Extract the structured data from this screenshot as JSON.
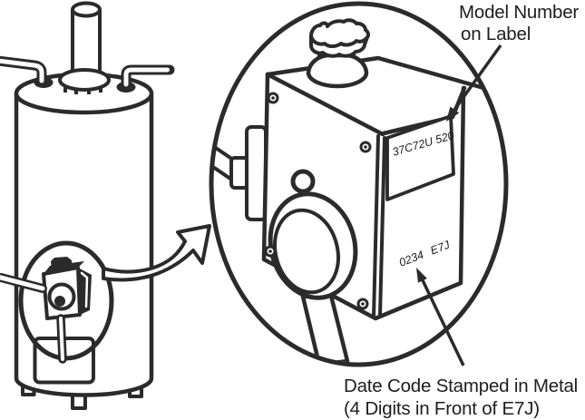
{
  "figure": {
    "type": "line-art diagram",
    "subject": "water heater gas control valve identification"
  },
  "colors": {
    "line": "#2b2b2b",
    "text": "#1d1d1d",
    "background": "#ffffff"
  },
  "callouts": {
    "model_number": {
      "line1": "Model Number",
      "line2": "on Label"
    },
    "date_code": {
      "line1": "Date Code Stamped in Metal",
      "line2": "(4 Digits in Front of E7J)"
    }
  },
  "valve_markings": {
    "model_label": "37C72U 520",
    "date_stamp_digits": "0234",
    "date_stamp_code": "E7J"
  }
}
